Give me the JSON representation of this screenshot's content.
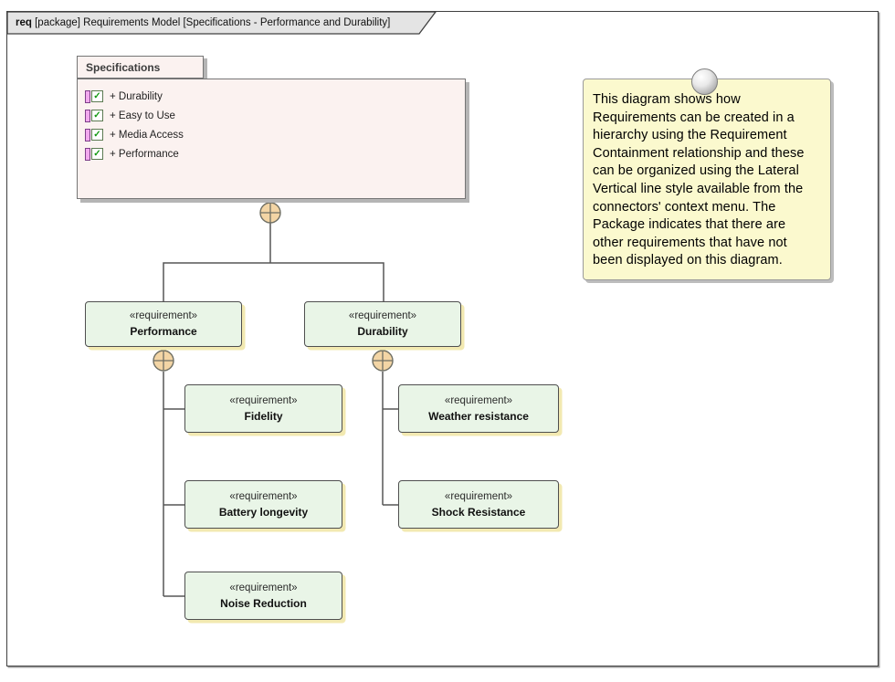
{
  "frame": {
    "tab_keyword": "req",
    "tab_text": " [package] Requirements Model [Specifications - Performance and Durability]"
  },
  "package": {
    "name": "Specifications",
    "items": [
      {
        "icon": "requirement-checkbox-icon",
        "label": "+ Durability"
      },
      {
        "icon": "requirement-checkbox-icon",
        "label": "+ Easy to Use"
      },
      {
        "icon": "requirement-checkbox-icon",
        "label": "+ Media Access"
      },
      {
        "icon": "requirement-checkbox-icon",
        "label": "+ Performance"
      }
    ]
  },
  "requirements": [
    {
      "stereotype": "«requirement»",
      "name": "Performance"
    },
    {
      "stereotype": "«requirement»",
      "name": "Durability"
    },
    {
      "stereotype": "«requirement»",
      "name": "Fidelity"
    },
    {
      "stereotype": "«requirement»",
      "name": "Battery longevity"
    },
    {
      "stereotype": "«requirement»",
      "name": "Noise Reduction"
    },
    {
      "stereotype": "«requirement»",
      "name": "Weather resistance"
    },
    {
      "stereotype": "«requirement»",
      "name": "Shock Resistance"
    }
  ],
  "note": {
    "lines": [
      "This diagram shows how",
      "Requirements can be created in a",
      "hierarchy using the Requirement",
      "Containment relationship and these",
      "can be organized using the Lateral",
      "Vertical line style available from the",
      "connectors' context menu.  The",
      "Package indicates that there are",
      "other requirements that have not",
      "been displayed on this diagram."
    ]
  },
  "checkmark": "✓",
  "colors": {
    "requirement_fill": "#e9f5e7",
    "requirement_shadow": "#f2e9b1",
    "package_fill": "#fbf2f0",
    "note_fill": "#fbf9ce",
    "containment_circle_fill": "#f3d5a5",
    "connector_line": "#565656",
    "frame_tab_fill": "#e4e4e4",
    "checkbox_bar": "#f2a9ee",
    "checkbox_check": "#119911"
  }
}
